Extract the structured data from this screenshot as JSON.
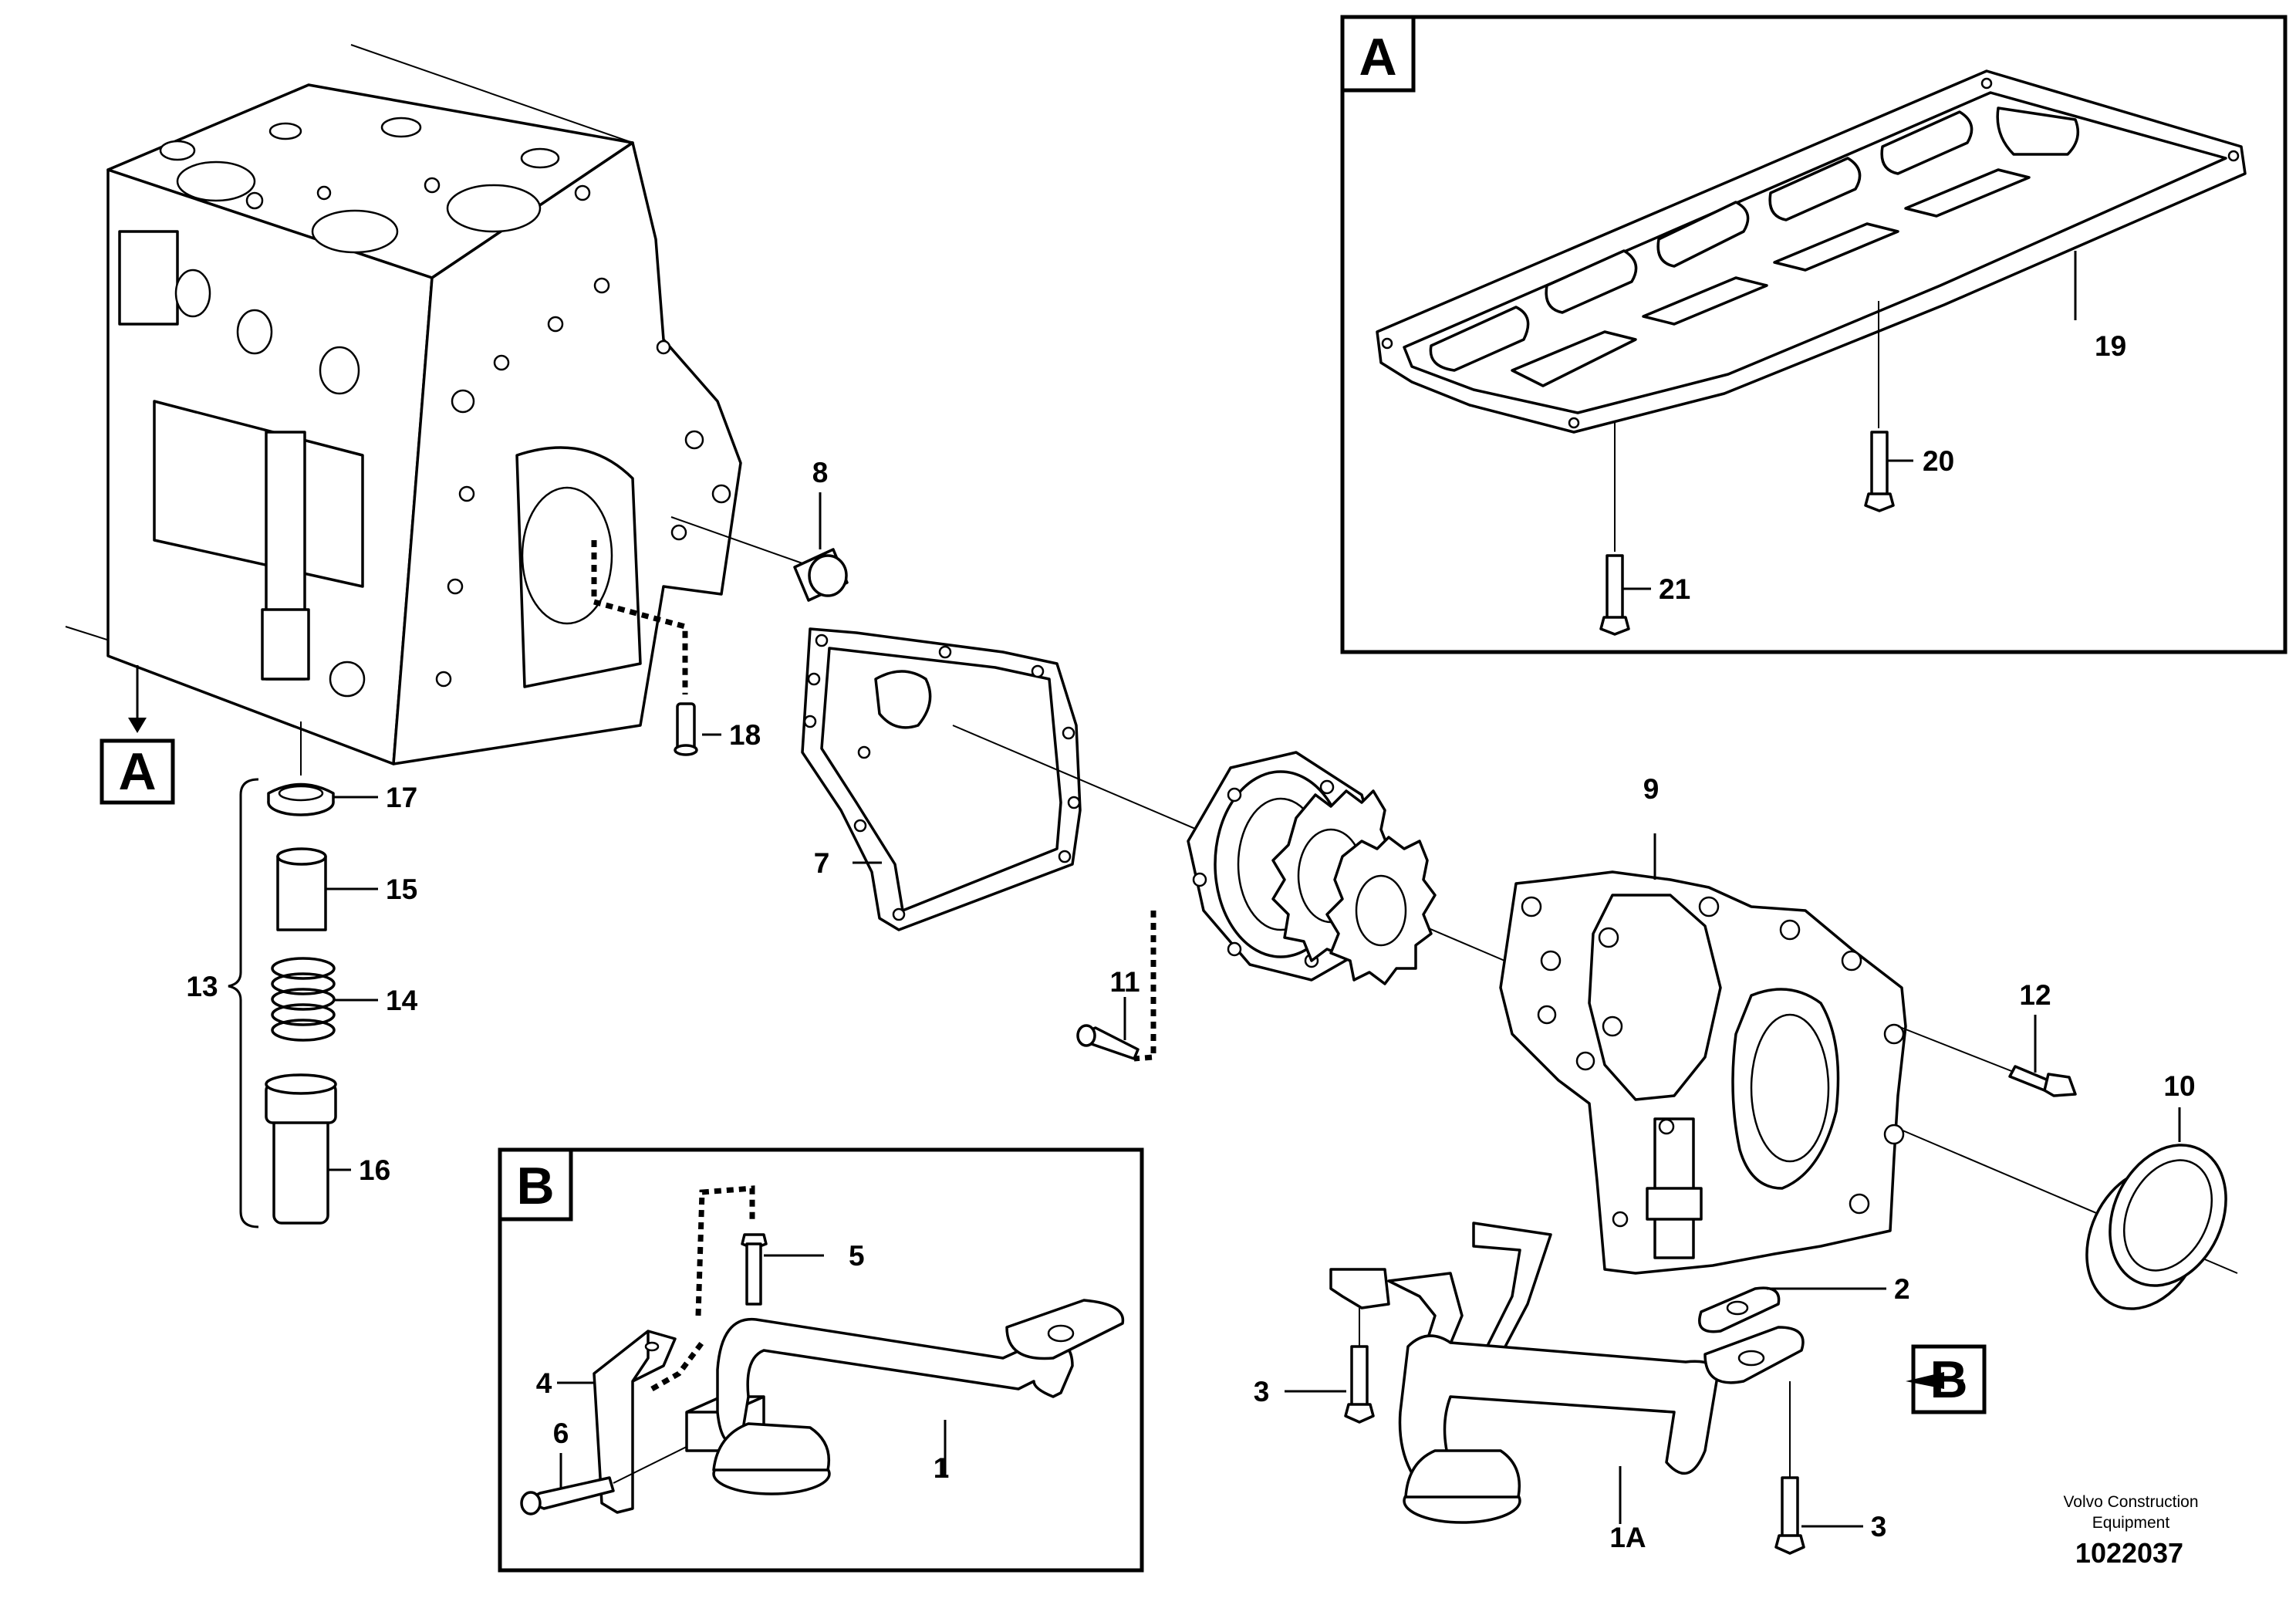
{
  "labels": {
    "l1": "1",
    "l1a": "1A",
    "l2": "2",
    "l3a": "3",
    "l3b": "3",
    "l4": "4",
    "l5": "5",
    "l6": "6",
    "l7": "7",
    "l8": "8",
    "l9": "9",
    "l10": "10",
    "l11": "11",
    "l12": "12",
    "l13": "13",
    "l14": "14",
    "l15": "15",
    "l16": "16",
    "l17": "17",
    "l18": "18",
    "l19": "19",
    "l20": "20",
    "l21": "21"
  },
  "callouts": {
    "a_ref": "A",
    "a_detail": "A",
    "b_ref": "B",
    "b_detail": "B"
  },
  "credit": {
    "line1": "Volvo Construction",
    "line2": "Equipment",
    "docnum": "1022037"
  }
}
